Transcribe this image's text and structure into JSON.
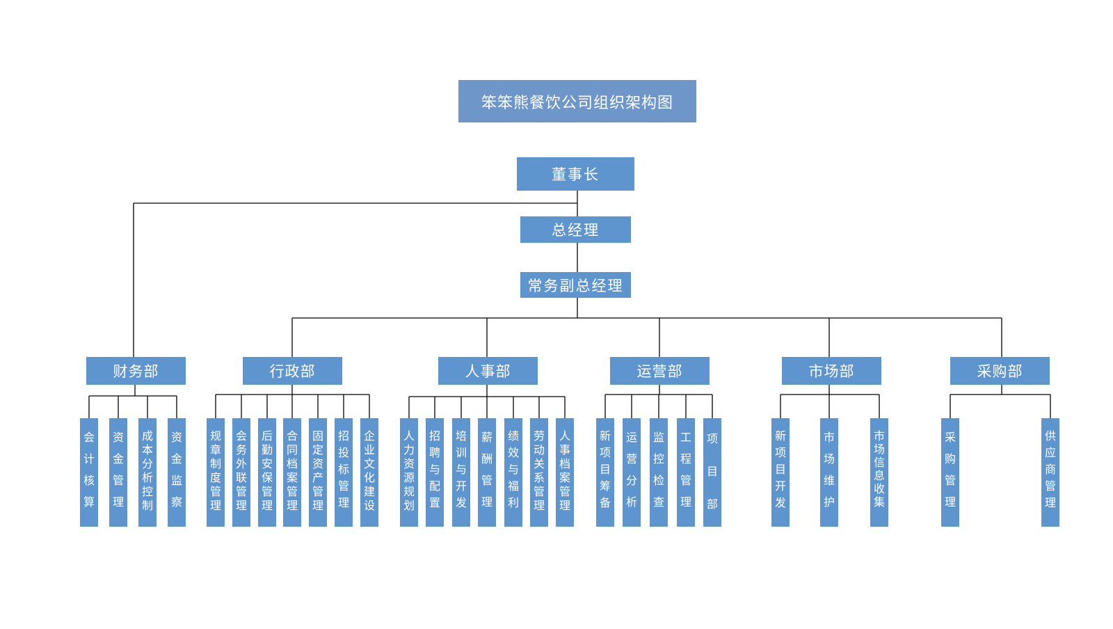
{
  "title": "笨笨熊餐饮公司组织架构图",
  "chairman": "董事长",
  "general_manager": "总经理",
  "executive_deputy": "常务副总经理",
  "departments": [
    {
      "name": "财务部",
      "tasks": [
        "会计核算",
        "资金管理",
        "成本分析控制",
        "资金监察"
      ]
    },
    {
      "name": "行政部",
      "tasks": [
        "规章制度管理",
        "会务外联管理",
        "后勤安保管理",
        "合同档案管理",
        "固定资产管理",
        "招投标管理",
        "企业文化建设"
      ]
    },
    {
      "name": "人事部",
      "tasks": [
        "人力资源规划",
        "招聘与配置",
        "培训与开发",
        "薪酬管理",
        "绩效与福利",
        "劳动关系管理",
        "人事档案管理"
      ]
    },
    {
      "name": "运营部",
      "tasks": [
        "新项目筹备",
        "运营分析",
        "监控检查",
        "工程管理",
        "项目部"
      ]
    },
    {
      "name": "市场部",
      "tasks": [
        "新项目开发",
        "市场维护",
        "市场信息收集"
      ]
    },
    {
      "name": "采购部",
      "tasks": [
        "采购管理",
        "供应商管理"
      ]
    }
  ],
  "colors": {
    "box": "#5f95cf",
    "title_box": "#6f96c9",
    "text": "#ffffff",
    "line": "#000000"
  }
}
